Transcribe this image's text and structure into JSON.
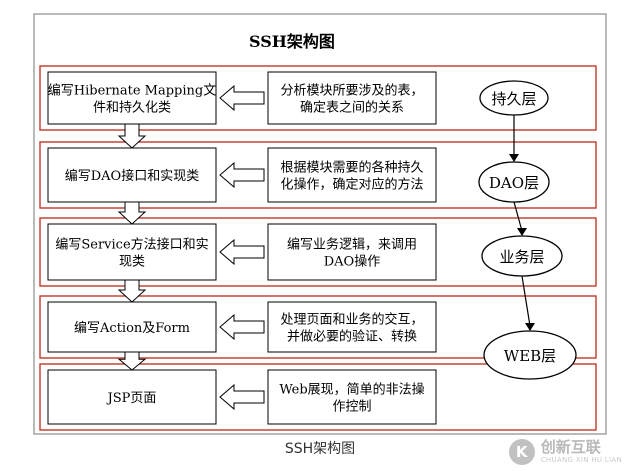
{
  "diagram": {
    "title": "SSH架构图",
    "rows": [
      {
        "task": [
          "编写Hibernate Mapping文",
          "件和持久化类"
        ],
        "description": [
          "分析模块所要涉及的表，",
          "确定表之间的关系"
        ]
      },
      {
        "task": [
          "编写DAO接口和实现类"
        ],
        "description": [
          "根据模块需要的各种持久",
          "化操作，确定对应的方法"
        ]
      },
      {
        "task": [
          "编写Service方法接口和实",
          "现类"
        ],
        "description": [
          "编写业务逻辑，来调用",
          "DAO操作"
        ]
      },
      {
        "task": [
          "编写Action及Form"
        ],
        "description": [
          "处理页面和业务的交互，",
          "并做必要的验证、转换"
        ]
      },
      {
        "task": [
          "JSP页面"
        ],
        "description": [
          "Web展现，简单的非法操",
          "作控制"
        ]
      }
    ],
    "layers": [
      "持久层",
      "DAO层",
      "业务层",
      "WEB层"
    ]
  },
  "caption": "SSH架构图",
  "watermark": {
    "name": "创新互联",
    "sub": "CHUANG XIN HU LIAN"
  },
  "colors": {
    "row_border": "#c0392b",
    "line": "#000000",
    "box_fill": "#ffffff"
  }
}
